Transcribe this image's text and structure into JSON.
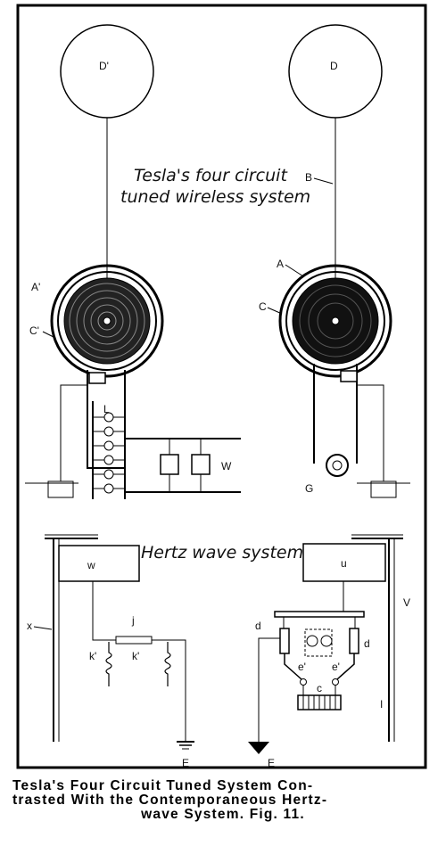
{
  "figure": {
    "tesla_heading_line1": "Tesla's four circuit",
    "tesla_heading_line2": "tuned wireless system",
    "hertz_heading": "Hertz wave system",
    "labels": {
      "D1": "D'",
      "D": "D",
      "B": "B",
      "A1": "A'",
      "A": "A",
      "C1": "C'",
      "C": "C",
      "L": "L",
      "W_tesla": "W",
      "G": "G",
      "w": "w",
      "u": "u",
      "x": "x",
      "V": "V",
      "j": "j",
      "k1a": "k'",
      "k1b": "k'",
      "d1": "d",
      "d2": "d",
      "e1": "e'",
      "e2": "e'",
      "c": "c",
      "I": "I",
      "E1": "E",
      "E2": "E"
    }
  },
  "caption": {
    "line1": "Tesla's Four Circuit Tuned System Con-",
    "line2": "trasted With the Contemporaneous Hertz-",
    "line3": "wave System.   Fig. 11."
  }
}
